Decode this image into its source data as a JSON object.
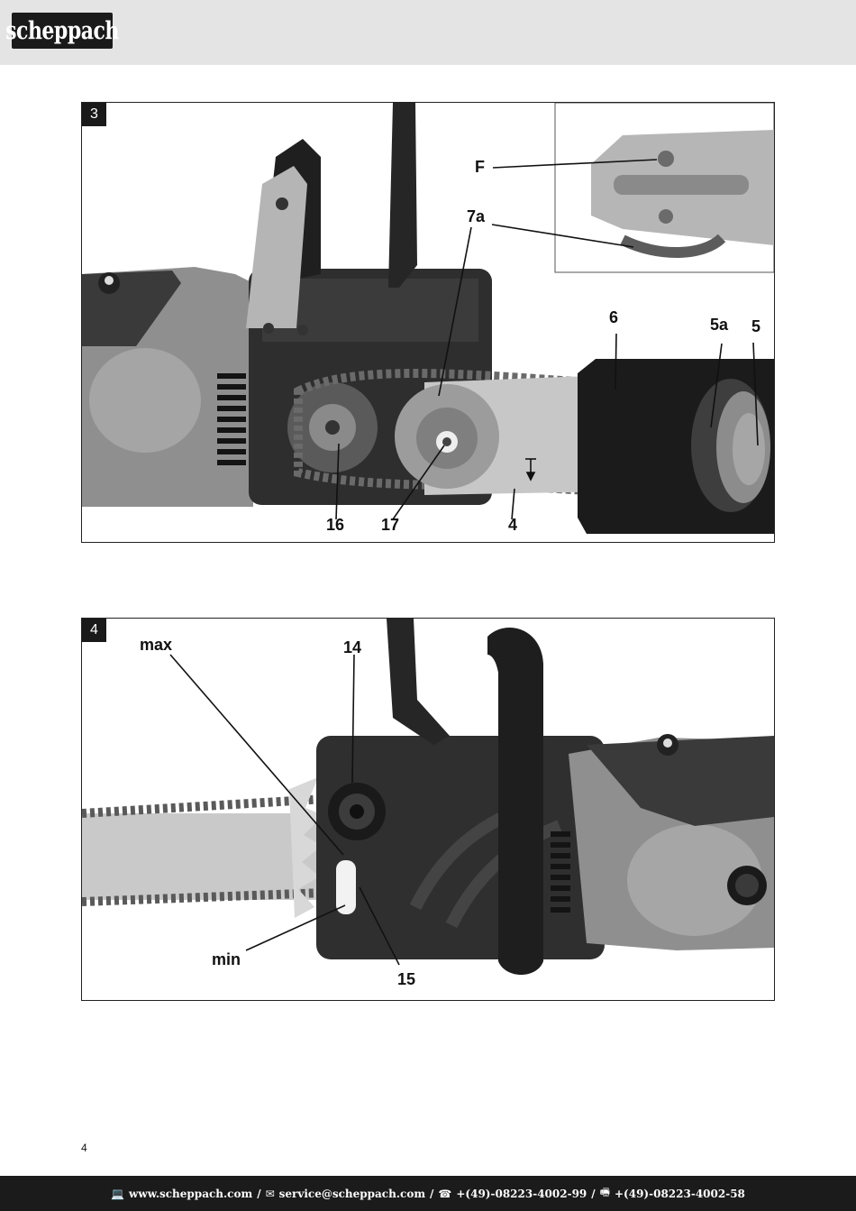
{
  "header": {
    "logo_text": "scheppach"
  },
  "figures": [
    {
      "number": "3",
      "callouts": {
        "F": "F",
        "7a": "7a",
        "6": "6",
        "5a": "5a",
        "5": "5",
        "16": "16",
        "17": "17",
        "4": "4"
      }
    },
    {
      "number": "4",
      "callouts": {
        "max": "max",
        "14": "14",
        "min": "min",
        "15": "15"
      }
    }
  ],
  "page_number": "4",
  "footer": {
    "website": "www.scheppach.com",
    "email": "service@scheppach.com",
    "phone": "+(49)-08223-4002-99",
    "fax": "+(49)-08223-4002-58",
    "separator": "/",
    "icons": {
      "website": "computer-icon",
      "email": "mail-icon",
      "phone": "phone-icon",
      "fax": "fax-icon"
    }
  }
}
